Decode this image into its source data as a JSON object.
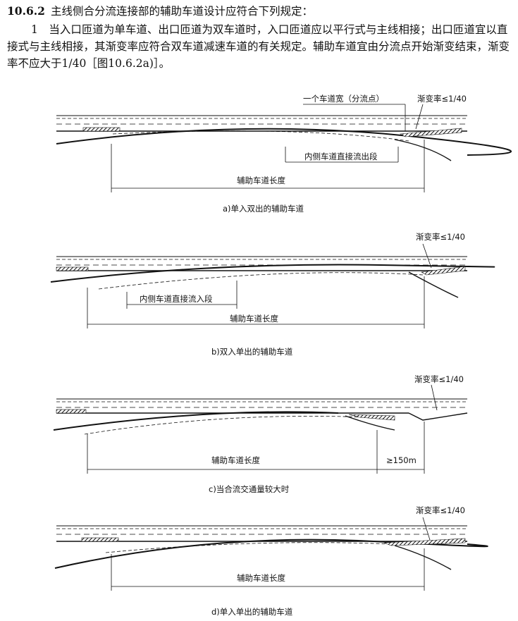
{
  "heading": {
    "number": "10.6.2",
    "text": "主线侧合分流连接部的辅助车道设计应符合下列规定："
  },
  "paragraph": "1　当入口匝道为单车道、出口匝道为双车道时，入口匝道应以平行式与主线相接；出口匝道宜以直接式与主线相接，其渐变率应符合双车道减速车道的有关规定。辅助车道宜由分流点开始渐变结束，渐变率不应大于1/40［图10.6.2a)］。",
  "figures": {
    "a": {
      "caption": "a)单入双出的辅助车道",
      "label_one_lane": "一个车道宽（分流点）",
      "label_taper": "渐变率≤1/40",
      "label_inner": "内侧车道直接流出段",
      "label_length": "辅助车道长度"
    },
    "b": {
      "caption": "b)双入单出的辅助车道",
      "label_taper": "渐变率≤1/40",
      "label_inner": "内侧车道直接流入段",
      "label_length": "辅助车道长度"
    },
    "c": {
      "caption": "c)当合流交通量较大时",
      "label_taper": "渐变率≤1/40",
      "label_length": "辅助车道长度",
      "label_150": "≥150m"
    },
    "d": {
      "caption": "d)单入单出的辅助车道",
      "label_taper": "渐变率≤1/40",
      "label_length": "辅助车道长度"
    }
  }
}
